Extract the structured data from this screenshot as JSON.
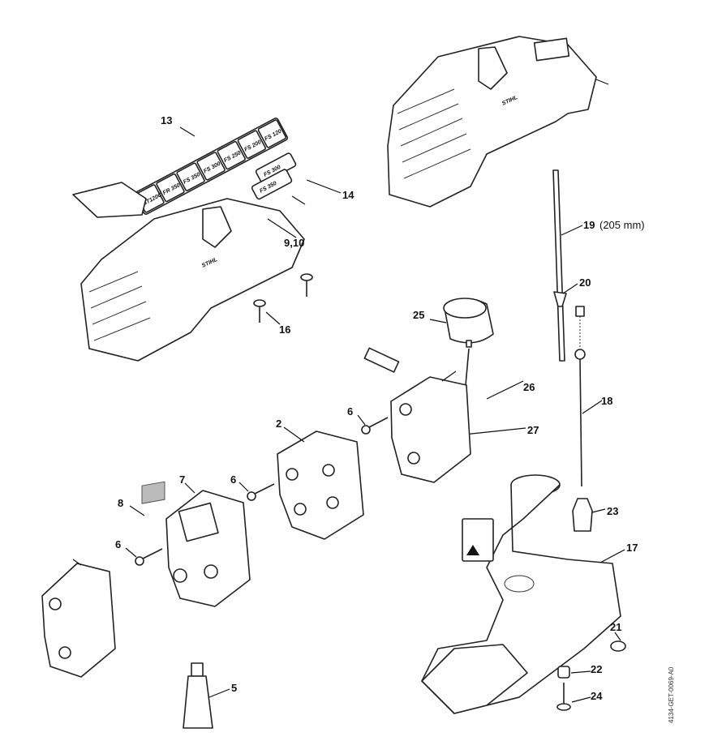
{
  "diagram": {
    "drawing_code": "4134-GET-0069-A0",
    "brand_mark": "STIHL",
    "labels": {
      "l13": "13",
      "l14": "14",
      "l9_10": "9,10",
      "l16": "16",
      "l19": "19",
      "l19_note": "(205 mm)",
      "l20": "20",
      "l25": "25",
      "l26": "26",
      "l18": "18",
      "l27": "27",
      "l6a": "6",
      "l2": "2",
      "l7": "7",
      "l6b": "6",
      "l8": "8",
      "l6c": "6",
      "l23": "23",
      "l17": "17",
      "l21": "21",
      "l22": "22",
      "l24": "24",
      "l5": "5"
    },
    "sticker_13": [
      "FS 120",
      "FS 200",
      "FS 250",
      "FS 300",
      "FS 350",
      "FR 350",
      "BT120C"
    ],
    "sticker_14": [
      "FS 300",
      "FS 350"
    ]
  }
}
